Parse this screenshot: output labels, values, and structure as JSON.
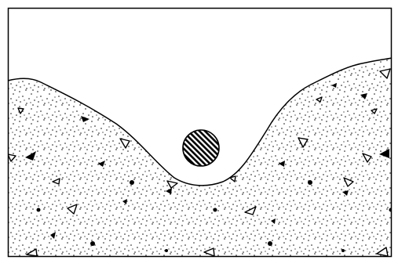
{
  "diagram": {
    "frame_color": "#000000",
    "background_color": "#ffffff",
    "ink_color": "#000000",
    "elements": [
      "frame",
      "ground-profile-line",
      "sediment-fill",
      "stipple-texture",
      "filled-triangle-clasts",
      "open-triangle-clasts",
      "round-pebbles",
      "hatched-sphere"
    ],
    "sphere_fill": "diagonal-hatch"
  }
}
